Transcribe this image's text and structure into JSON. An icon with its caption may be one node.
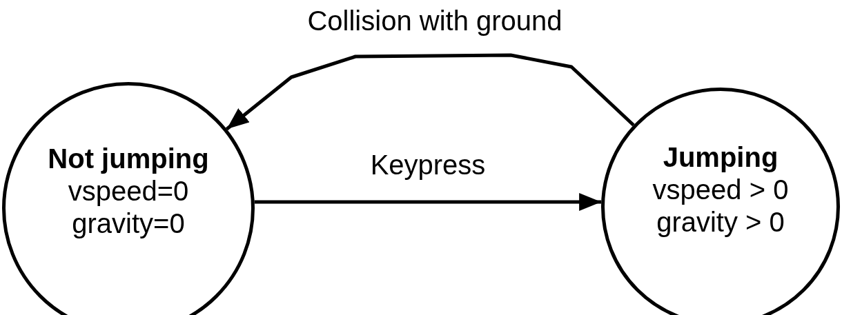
{
  "diagram": {
    "nodes": [
      {
        "text": [
          "Not jumping",
          "vspeed=0",
          "gravity=0"
        ]
      },
      {
        "text": [
          "Jumping",
          "vspeed > 0",
          "gravity > 0"
        ]
      }
    ],
    "edges": [
      {
        "from": 0,
        "to": 1,
        "arrow": "to",
        "label": "Keypress"
      },
      {
        "from": 1,
        "to": 0,
        "arrow": "to",
        "label": "Collision with ground"
      }
    ]
  }
}
